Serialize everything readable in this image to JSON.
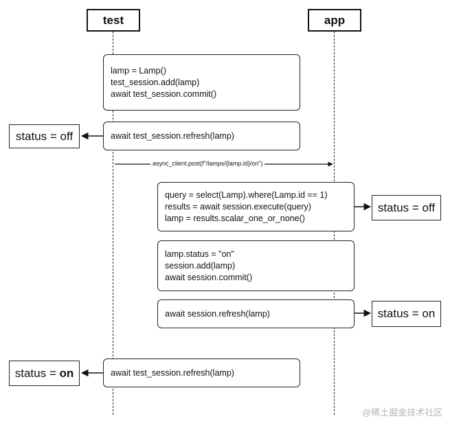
{
  "actors": {
    "test": "test",
    "app": "app"
  },
  "steps": {
    "create": [
      "lamp = Lamp()",
      "test_session.add(lamp)",
      "await test_session.commit()"
    ],
    "refresh_test_1": [
      "await test_session.refresh(lamp)"
    ],
    "post_call": "async_client.post(f\"/lamps/{lamp.id}/on\")",
    "query": [
      "query = select(Lamp).where(Lamp.id == 1)",
      "results = await session.execute(query)",
      "lamp = results.scalar_one_or_none()"
    ],
    "update": [
      "lamp.status = \"on\"",
      "session.add(lamp)",
      "await session.commit()"
    ],
    "refresh_app": [
      "await session.refresh(lamp)"
    ],
    "refresh_test_2": [
      "await test_session.refresh(lamp)"
    ]
  },
  "status": {
    "s1": "status = off",
    "s2": "status = off",
    "s3": "status = on",
    "s4_prefix": "status = ",
    "s4_value": "on"
  },
  "watermark": "@稀土掘金技术社区"
}
